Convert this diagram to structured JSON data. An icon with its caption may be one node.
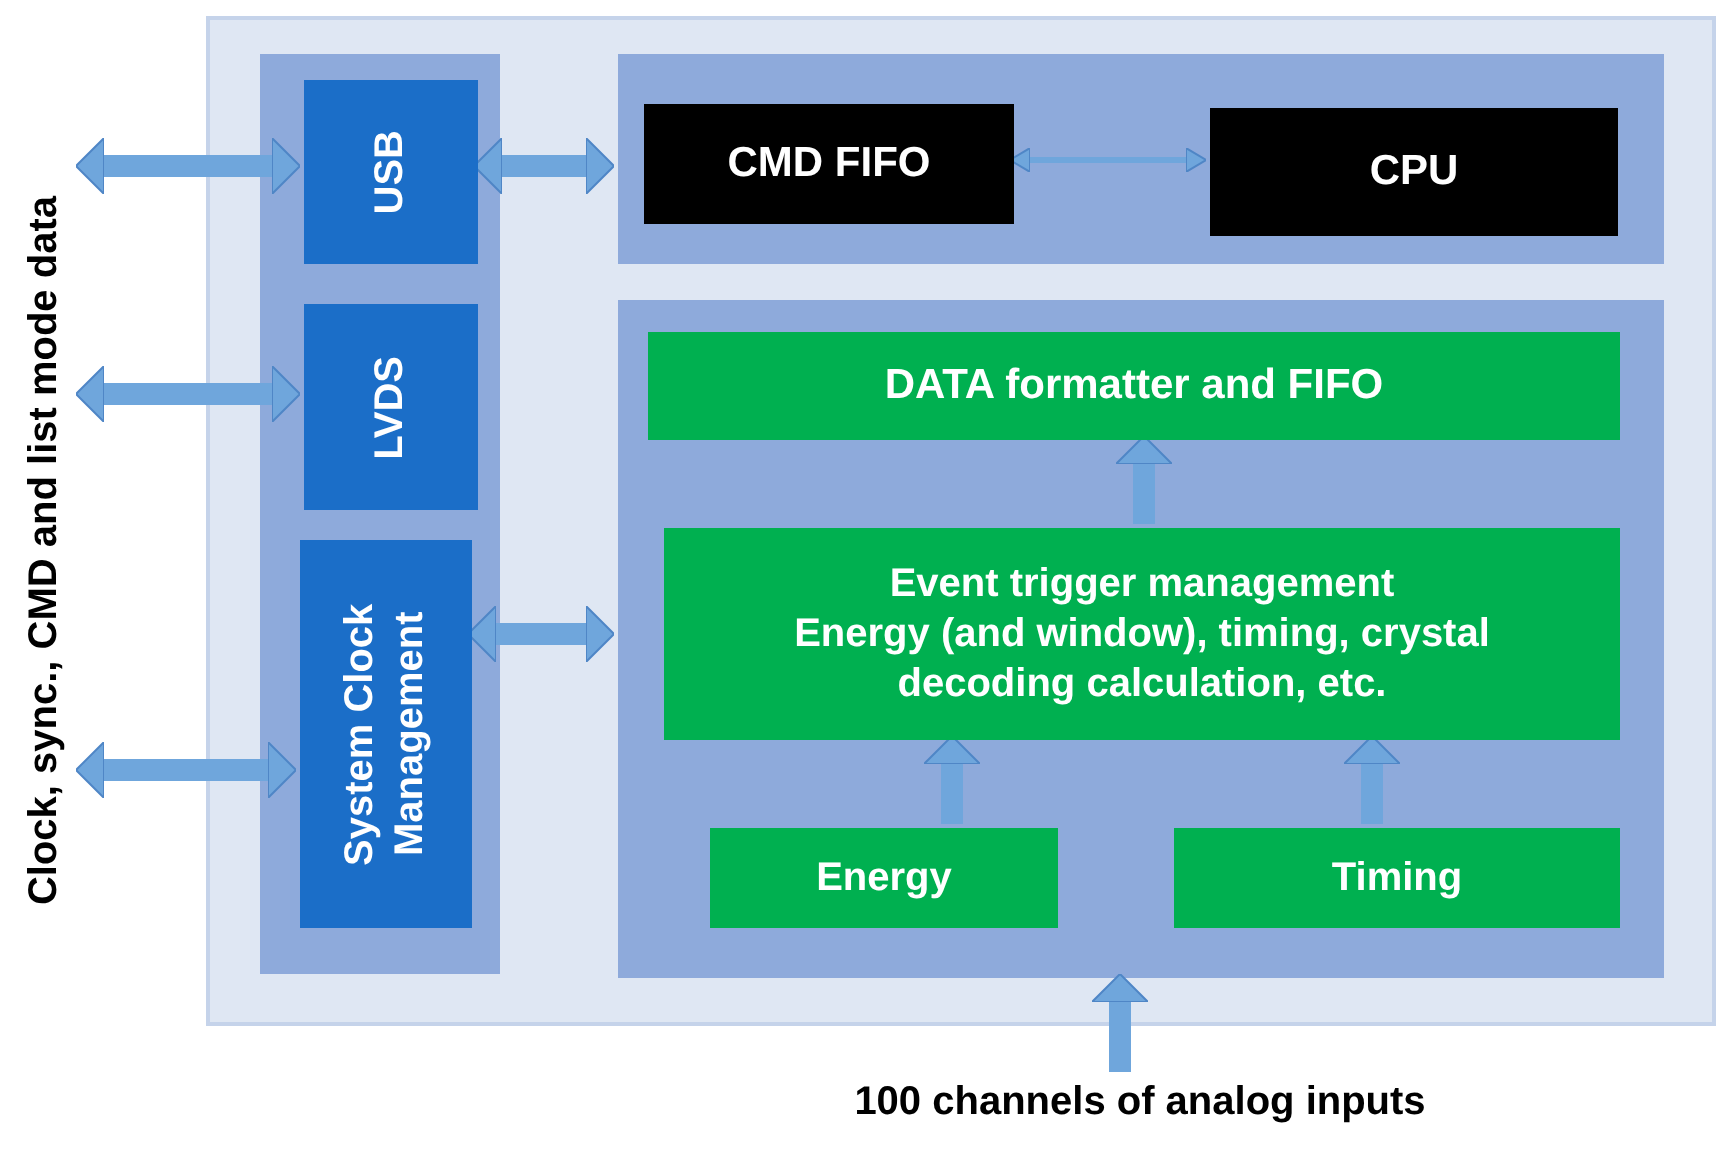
{
  "diagram": {
    "nodes": [
      {
        "text": [
          "Clock, sync., CMD and list mode data"
        ]
      },
      {
        "text": [],
        "shape": "box"
      },
      {
        "text": [],
        "shape": "box",
        "in": 1
      },
      {
        "text": [
          "USB"
        ],
        "in": 2
      },
      {
        "text": [
          "LVDS"
        ],
        "in": 2
      },
      {
        "text": [
          "System Clock Management"
        ],
        "in": 2
      },
      {
        "text": [],
        "shape": "box",
        "in": 1
      },
      {
        "text": [
          "CMD FIFO"
        ],
        "in": 6
      },
      {
        "text": [
          "CPU"
        ],
        "in": 6
      },
      {
        "text": [],
        "shape": "box",
        "in": 1
      },
      {
        "text": [
          "DATA formatter and FIFO"
        ],
        "in": 9
      },
      {
        "text": [
          "Event trigger management",
          "Energy (and window), timing, crystal decoding calculation, etc."
        ],
        "in": 9
      },
      {
        "text": [
          "Energy"
        ],
        "in": 9
      },
      {
        "text": [
          "Timing"
        ],
        "in": 9
      },
      {
        "text": [
          "100 channels of analog inputs"
        ]
      }
    ],
    "edges": [
      {
        "from": 0,
        "to": 3,
        "arrow": "both"
      },
      {
        "from": 0,
        "to": 4,
        "arrow": "both"
      },
      {
        "from": 0,
        "to": 5,
        "arrow": "both"
      },
      {
        "from": 3,
        "to": 6,
        "arrow": "both"
      },
      {
        "from": 7,
        "to": 8,
        "arrow": "both"
      },
      {
        "from": 5,
        "to": 9,
        "arrow": "both"
      },
      {
        "from": 11,
        "to": 10,
        "arrow": "to"
      },
      {
        "from": 12,
        "to": 11,
        "arrow": "to"
      },
      {
        "from": 13,
        "to": 11,
        "arrow": "to"
      },
      {
        "from": 14,
        "to": 9,
        "arrow": "to"
      }
    ]
  }
}
